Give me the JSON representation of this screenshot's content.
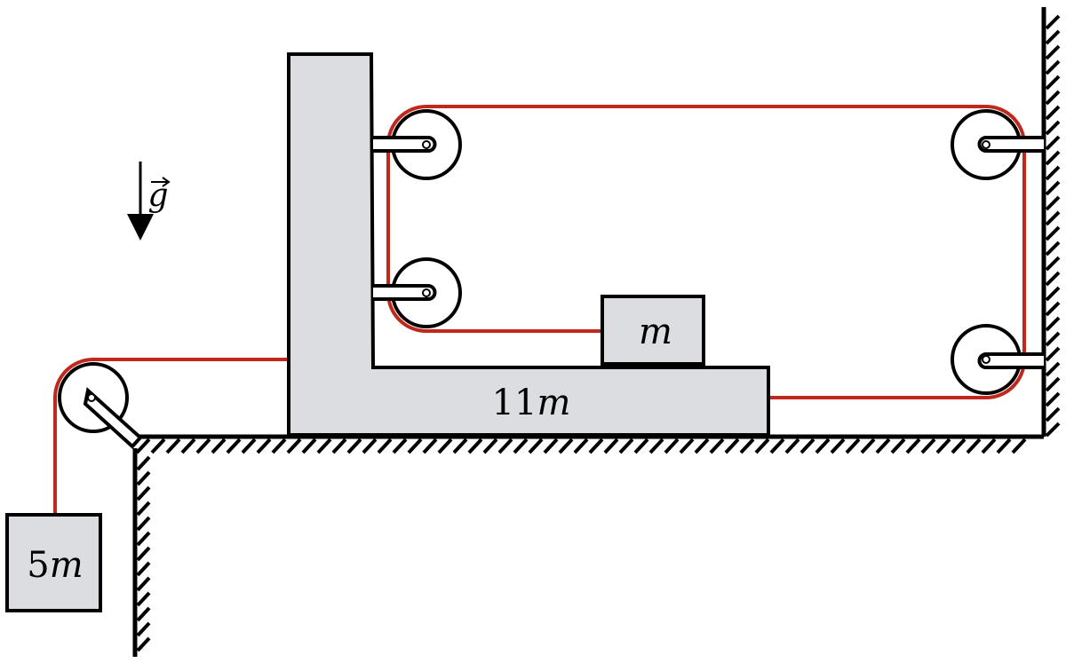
{
  "labels": {
    "gravity": "g",
    "carriage": {
      "num": "11",
      "var": "m"
    },
    "block_top": {
      "num": "",
      "var": "m"
    },
    "block_hanging": {
      "num": "5",
      "var": "m"
    }
  },
  "colors": {
    "rope": "#c0281e",
    "body_fill": "#dcdde0",
    "stroke": "#000000"
  }
}
